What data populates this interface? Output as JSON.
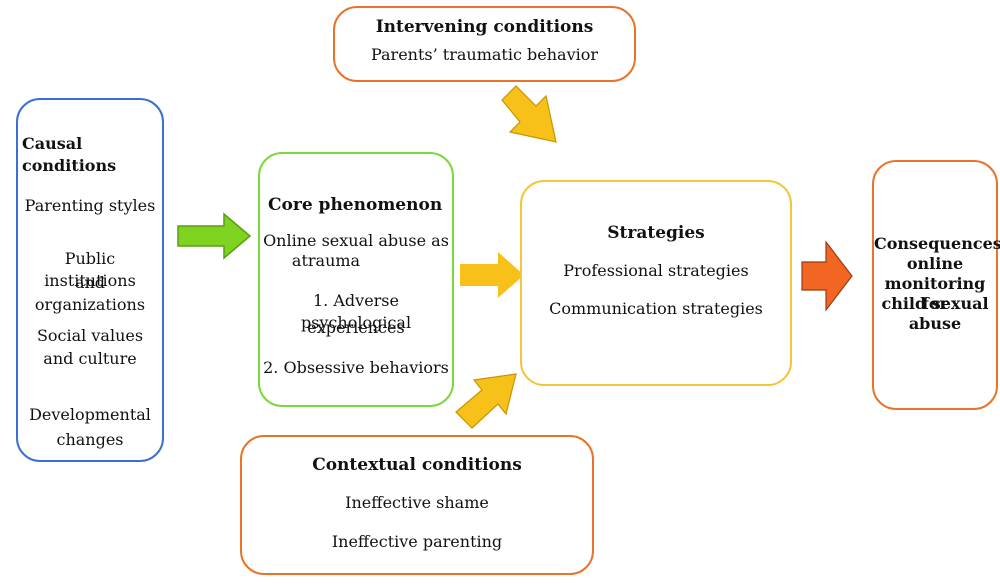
{
  "causal": {
    "title": "Causal conditions",
    "items": [
      "Parenting styles",
      "Public institutions",
      "and organizations",
      "Social values",
      "and culture",
      "Developmental",
      "changes"
    ]
  },
  "core": {
    "title": "Core phenomenon",
    "lines": [
      "Online sexual abuse as",
      "atrauma",
      "1. Adverse psychological",
      "experiences",
      "2. Obsessive behaviors"
    ]
  },
  "strategies": {
    "title": "Strategies",
    "items": [
      "Professional strategies",
      "Communication strategies"
    ]
  },
  "consequences": {
    "lines": [
      "Consequences",
      "online",
      "monitoring for",
      "child sexual",
      "abuse"
    ]
  },
  "intervening": {
    "title": "Intervening conditions",
    "items": [
      "Parents’ traumatic behavior"
    ]
  },
  "contextual": {
    "title": "Contextual conditions",
    "items": [
      "Ineffective shame",
      "Ineffective parenting"
    ]
  },
  "colors": {
    "causal_border": "#3a6fd8",
    "core_border": "#7cd83a",
    "strategies_border": "#f2c63c",
    "conditions_border": "#e8742a",
    "arrow_green": "#7ed321",
    "arrow_yellow": "#f7c11a",
    "arrow_orange": "#f26522"
  }
}
